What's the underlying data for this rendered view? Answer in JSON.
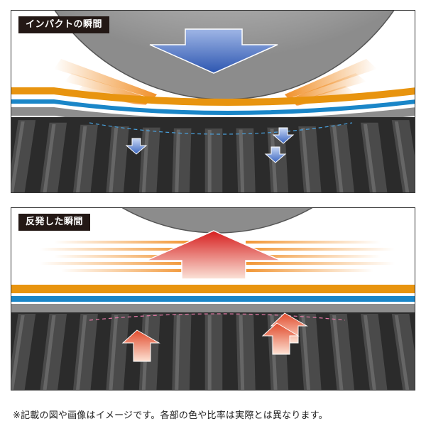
{
  "panels": {
    "impact": {
      "label": "インパクトの瞬間"
    },
    "rebound": {
      "label": "反発した瞬間"
    }
  },
  "caption": "※記載の図や画像はイメージです。各部の色や比率は実際とは異なります。",
  "colors": {
    "layer_orange": "#e8940f",
    "layer_blue": "#1a86c8",
    "arrow_blue": "#3f6cc0",
    "arrow_red": "#d92020",
    "base_dark": "#2b2b2b"
  }
}
